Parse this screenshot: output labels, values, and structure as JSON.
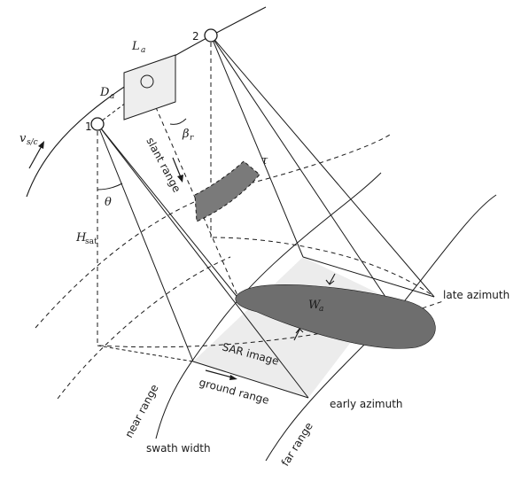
{
  "labels": {
    "position_1": "1",
    "position_2": "2",
    "antenna_length": "L",
    "antenna_length_sub": "a",
    "antenna_height": "D",
    "antenna_height_sub": "a",
    "velocity": "v",
    "velocity_sub": "s/c",
    "look_angle": "θ",
    "sat_height": "H",
    "sat_height_sub": "sat",
    "beamwidth": "β",
    "beamwidth_sub": "r",
    "pulse_length": "τ",
    "slant_range": "slant range",
    "azimuth_width": "W",
    "azimuth_width_sub": "a",
    "late_azimuth": "late azimuth",
    "early_azimuth": "early azimuth",
    "sar_image": "SAR image",
    "ground_range": "ground range",
    "near_range": "near range",
    "far_range": "far range",
    "swath_width": "swath width"
  },
  "colors": {
    "line": "#1a1a1a",
    "footprint_fill": "#6e6e6e",
    "pulse_fill": "#7a7a7a",
    "image_fill": "#ececec",
    "antenna_fill": "#eeeeee"
  }
}
